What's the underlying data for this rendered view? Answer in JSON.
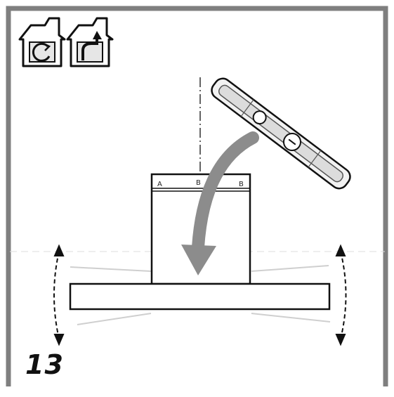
{
  "step": {
    "number": "13"
  },
  "chimney_marks": {
    "left": "A",
    "middle": "B",
    "right": "B"
  },
  "icons": [
    "house-rotate-icon",
    "house-duct-icon"
  ],
  "colors": {
    "frame": "#7f7f7f",
    "line": "#111111",
    "arrow": "#8c8c8c",
    "ghost": "#c8c8c8"
  }
}
